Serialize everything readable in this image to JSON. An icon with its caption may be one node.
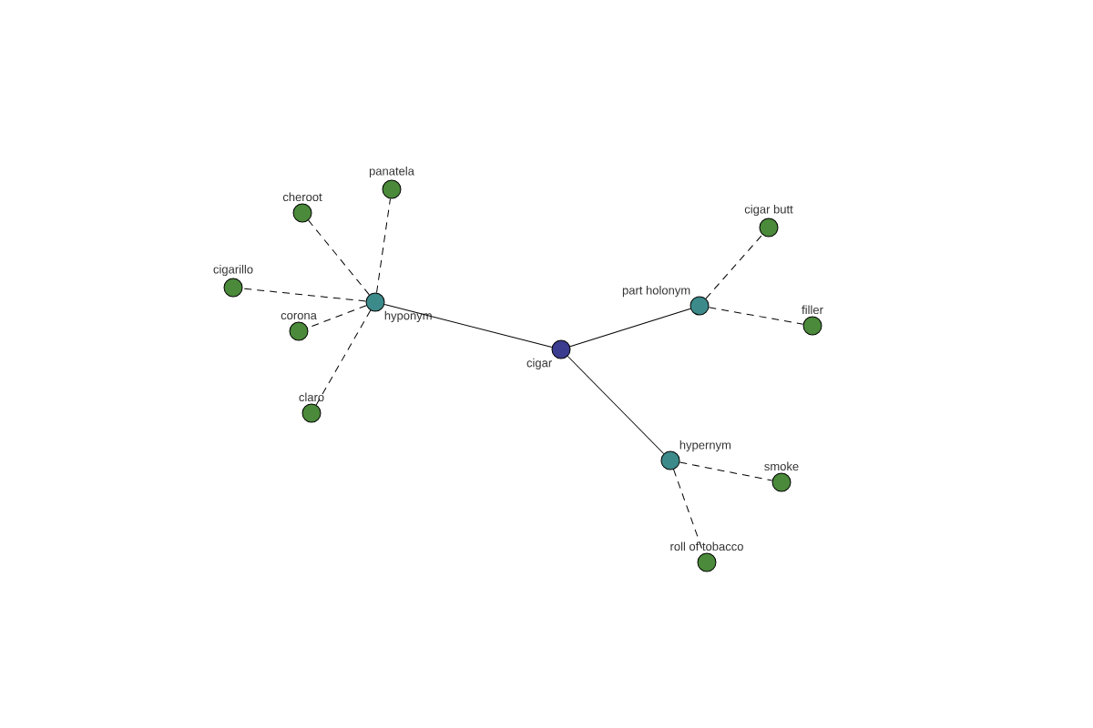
{
  "diagram": {
    "nodes": [
      {
        "text": [
          "cigar"
        ]
      },
      {
        "text": [
          "hyponym"
        ]
      },
      {
        "text": [
          "part holonym"
        ]
      },
      {
        "text": [
          "hypernym"
        ]
      },
      {
        "text": [
          "cheroot"
        ]
      },
      {
        "text": [
          "panatela"
        ]
      },
      {
        "text": [
          "cigarillo"
        ]
      },
      {
        "text": [
          "corona"
        ]
      },
      {
        "text": [
          "claro"
        ]
      },
      {
        "text": [
          "cigar butt"
        ]
      },
      {
        "text": [
          "filler"
        ]
      },
      {
        "text": [
          "smoke"
        ]
      },
      {
        "text": [
          "roll of tobacco"
        ]
      }
    ],
    "edges": [
      {
        "from": 0,
        "to": 1,
        "arrow": "none"
      },
      {
        "from": 0,
        "to": 2,
        "arrow": "none"
      },
      {
        "from": 0,
        "to": 3,
        "arrow": "none"
      },
      {
        "from": 1,
        "to": 4,
        "arrow": "none",
        "style": "dashed"
      },
      {
        "from": 1,
        "to": 5,
        "arrow": "none",
        "style": "dashed"
      },
      {
        "from": 1,
        "to": 6,
        "arrow": "none",
        "style": "dashed"
      },
      {
        "from": 1,
        "to": 7,
        "arrow": "none",
        "style": "dashed"
      },
      {
        "from": 1,
        "to": 8,
        "arrow": "none",
        "style": "dashed"
      },
      {
        "from": 2,
        "to": 9,
        "arrow": "none",
        "style": "dashed"
      },
      {
        "from": 2,
        "to": 10,
        "arrow": "none",
        "style": "dashed"
      },
      {
        "from": 3,
        "to": 11,
        "arrow": "none",
        "style": "dashed"
      },
      {
        "from": 3,
        "to": 12,
        "arrow": "none",
        "style": "dashed"
      }
    ]
  }
}
